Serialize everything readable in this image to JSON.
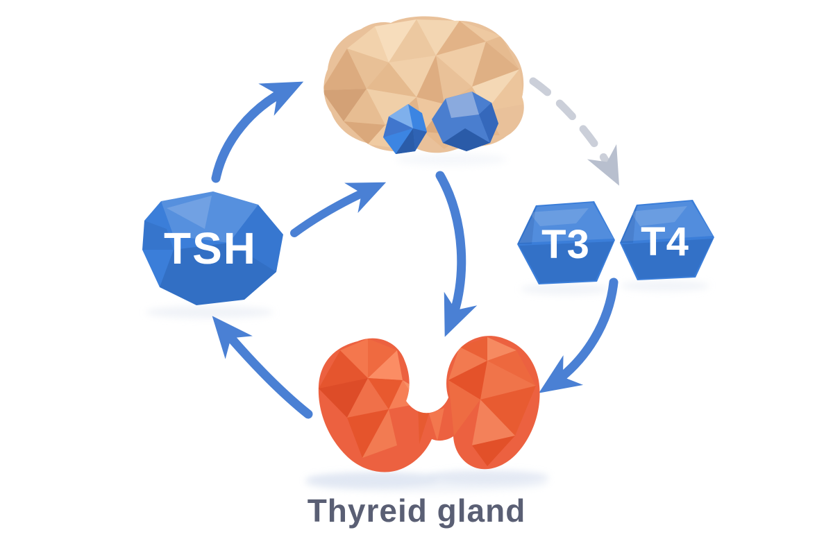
{
  "diagram": {
    "caption": "Thyreid gland",
    "badges": {
      "tsh": "TSH",
      "t3": "T3",
      "t4": "T4"
    },
    "icons": {
      "brain": "brain-icon",
      "hypothalamus": "hypothalamus-icon",
      "pituitary": "pituitary-icon",
      "thyroid": "thyroid-gland-icon"
    },
    "colors": {
      "background": "#ffffff",
      "badge_blue": "#3b7ed9",
      "arrow_blue": "#4a80d4",
      "dashed_gray": "#cbcfd9",
      "dashed_head_gray": "#b8bfce",
      "brain_tan": "#e9c19a",
      "lobe_blue_left": "#3c85e2",
      "lobe_blue_right": "#4a7ecf",
      "thyroid_orange": "#ec6140",
      "caption_text": "#5a5f74"
    }
  }
}
